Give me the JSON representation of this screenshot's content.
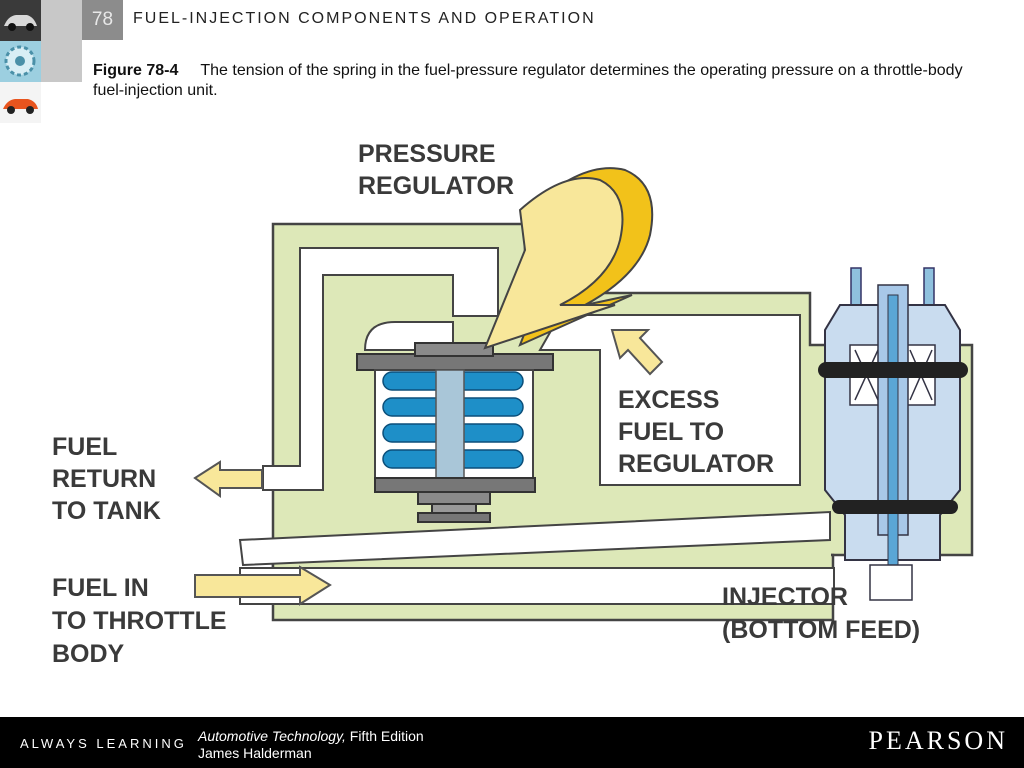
{
  "header": {
    "chapter_number": "78",
    "chapter_title": "FUEL-INJECTION COMPONENTS AND OPERATION"
  },
  "caption": {
    "figure_label": "Figure 78-4",
    "text": "The tension of the spring in the fuel-pressure regulator determines the operating pressure on a throttle-body fuel-injection unit."
  },
  "diagram": {
    "labels": {
      "pressure_regulator": [
        "PRESSURE",
        "REGULATOR"
      ],
      "excess_fuel": [
        "EXCESS",
        "FUEL TO",
        "REGULATOR"
      ],
      "fuel_return": [
        "FUEL",
        "RETURN",
        "TO TANK"
      ],
      "fuel_in": [
        "FUEL IN",
        "TO THROTTLE",
        "BODY"
      ],
      "injector": [
        "INJECTOR",
        "(BOTTOM FEED)"
      ]
    },
    "colors": {
      "housing": "#dde8b8",
      "spring": "#1e8fc8",
      "arrow": "#f8e79a",
      "arrow_dark": "#f2c21a",
      "injector_body": "#c9dcef"
    }
  },
  "footer": {
    "slogan": "ALWAYS LEARNING",
    "book_title": "Automotive Technology,",
    "edition": "Fifth Edition",
    "author": "James Halderman",
    "publisher": "PEARSON"
  }
}
